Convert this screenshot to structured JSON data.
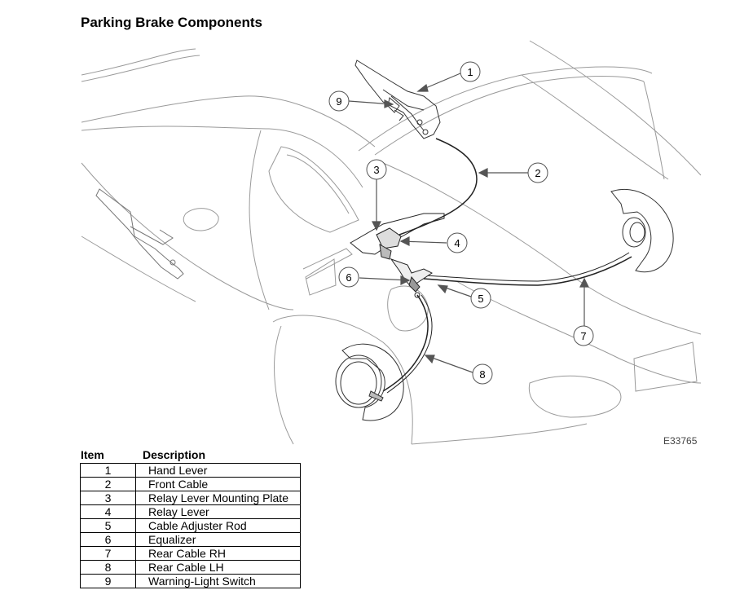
{
  "title": "Parking Brake Components",
  "figure_code": "E33765",
  "legend": {
    "item_header": "Item",
    "description_header": "Description",
    "rows": [
      {
        "item": "1",
        "description": "Hand Lever"
      },
      {
        "item": "2",
        "description": "Front Cable"
      },
      {
        "item": "3",
        "description": "Relay Lever Mounting Plate"
      },
      {
        "item": "4",
        "description": "Relay Lever"
      },
      {
        "item": "5",
        "description": "Cable Adjuster Rod"
      },
      {
        "item": "6",
        "description": "Equalizer"
      },
      {
        "item": "7",
        "description": "Rear Cable RH"
      },
      {
        "item": "8",
        "description": "Rear Cable LH"
      },
      {
        "item": "9",
        "description": "Warning-Light Switch"
      }
    ]
  },
  "callouts": [
    "1",
    "2",
    "3",
    "4",
    "5",
    "6",
    "7",
    "8",
    "9"
  ]
}
